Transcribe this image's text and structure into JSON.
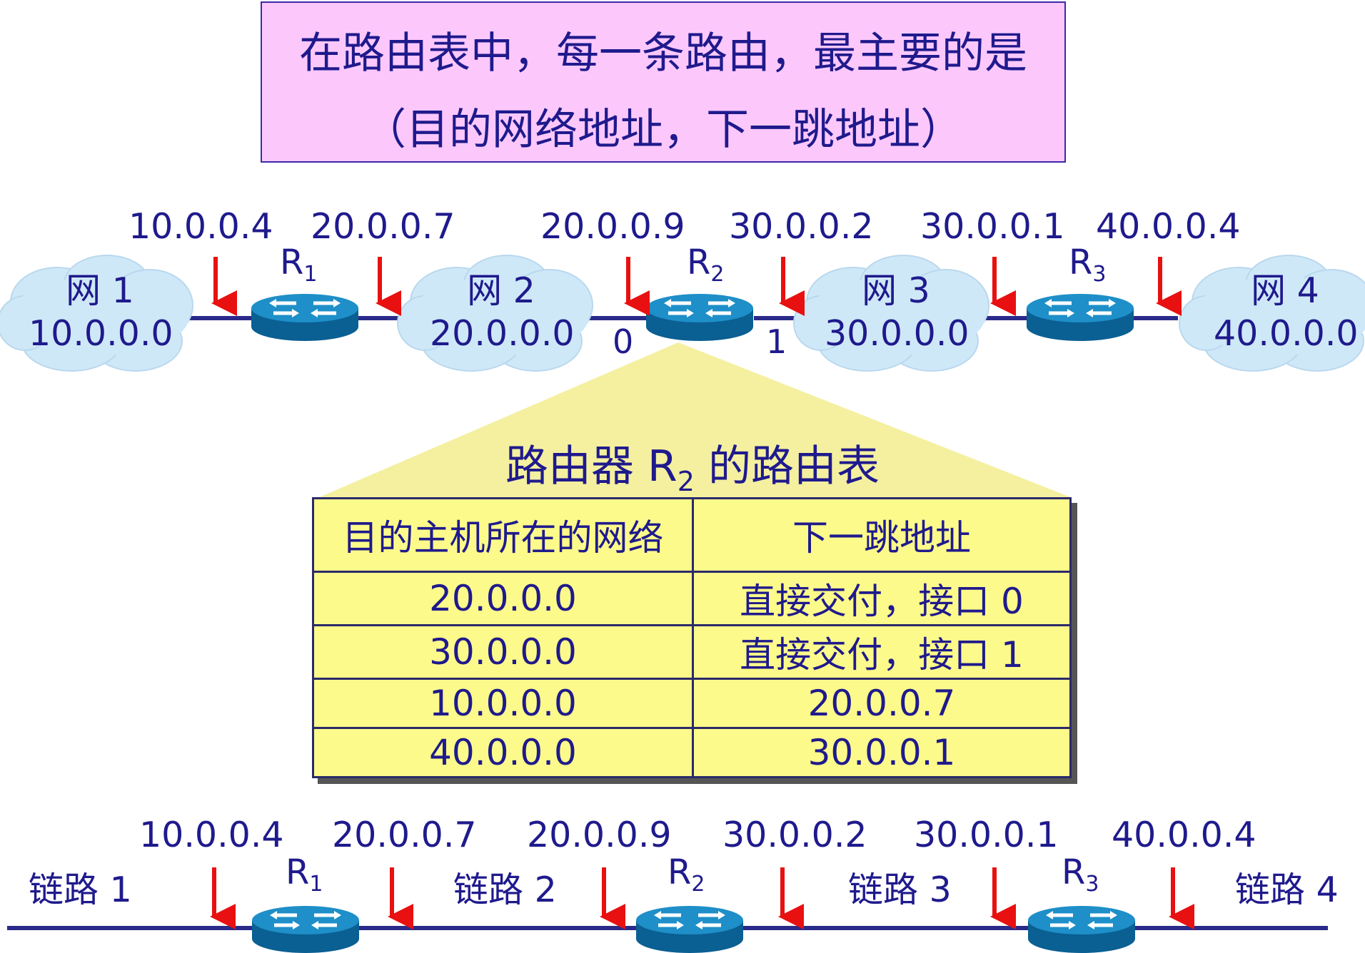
{
  "title": {
    "line1": "在路由表中，每一条路由，最主要的是",
    "line2": "（目的网络地址，下一跳地址）"
  },
  "top_network": {
    "networks": [
      {
        "name": "网 1",
        "address": "10.0.0.0"
      },
      {
        "name": "网 2",
        "address": "20.0.0.0"
      },
      {
        "name": "网 3",
        "address": "30.0.0.0"
      },
      {
        "name": "网 4",
        "address": "40.0.0.0"
      }
    ],
    "routers": [
      {
        "name": "R",
        "sub": "1"
      },
      {
        "name": "R",
        "sub": "2"
      },
      {
        "name": "R",
        "sub": "3"
      }
    ],
    "interface_ips": [
      "10.0.0.4",
      "20.0.0.7",
      "20.0.0.9",
      "30.0.0.2",
      "30.0.0.1",
      "40.0.0.4"
    ],
    "r2_ports": [
      "0",
      "1"
    ]
  },
  "routing_table": {
    "title_prefix": "路由器 R",
    "title_sub": "2",
    "title_suffix": " 的路由表",
    "headers": [
      "目的主机所在的网络",
      "下一跳地址"
    ],
    "rows": [
      [
        "20.0.0.0",
        "直接交付，接口 0"
      ],
      [
        "30.0.0.0",
        "直接交付，接口 1"
      ],
      [
        "10.0.0.0",
        "20.0.0.7"
      ],
      [
        "40.0.0.0",
        "30.0.0.1"
      ]
    ]
  },
  "bottom_network": {
    "links": [
      "链路 1",
      "链路 2",
      "链路 3",
      "链路 4"
    ],
    "routers": [
      {
        "name": "R",
        "sub": "1"
      },
      {
        "name": "R",
        "sub": "2"
      },
      {
        "name": "R",
        "sub": "3"
      }
    ],
    "interface_ips": [
      "10.0.0.4",
      "20.0.0.7",
      "20.0.0.9",
      "30.0.0.2",
      "30.0.0.1",
      "40.0.0.4"
    ]
  },
  "colors": {
    "title_bg": "#fcc8fc",
    "text": "#1f1a8c",
    "cloud": "#cfe8f8",
    "router_top": "#1e8fc8",
    "router_side": "#0a5f93",
    "arrow": "#e81010",
    "line": "#2a2a8a",
    "table_bg": "#fcfa8a",
    "callout": "#f4f0a0"
  }
}
